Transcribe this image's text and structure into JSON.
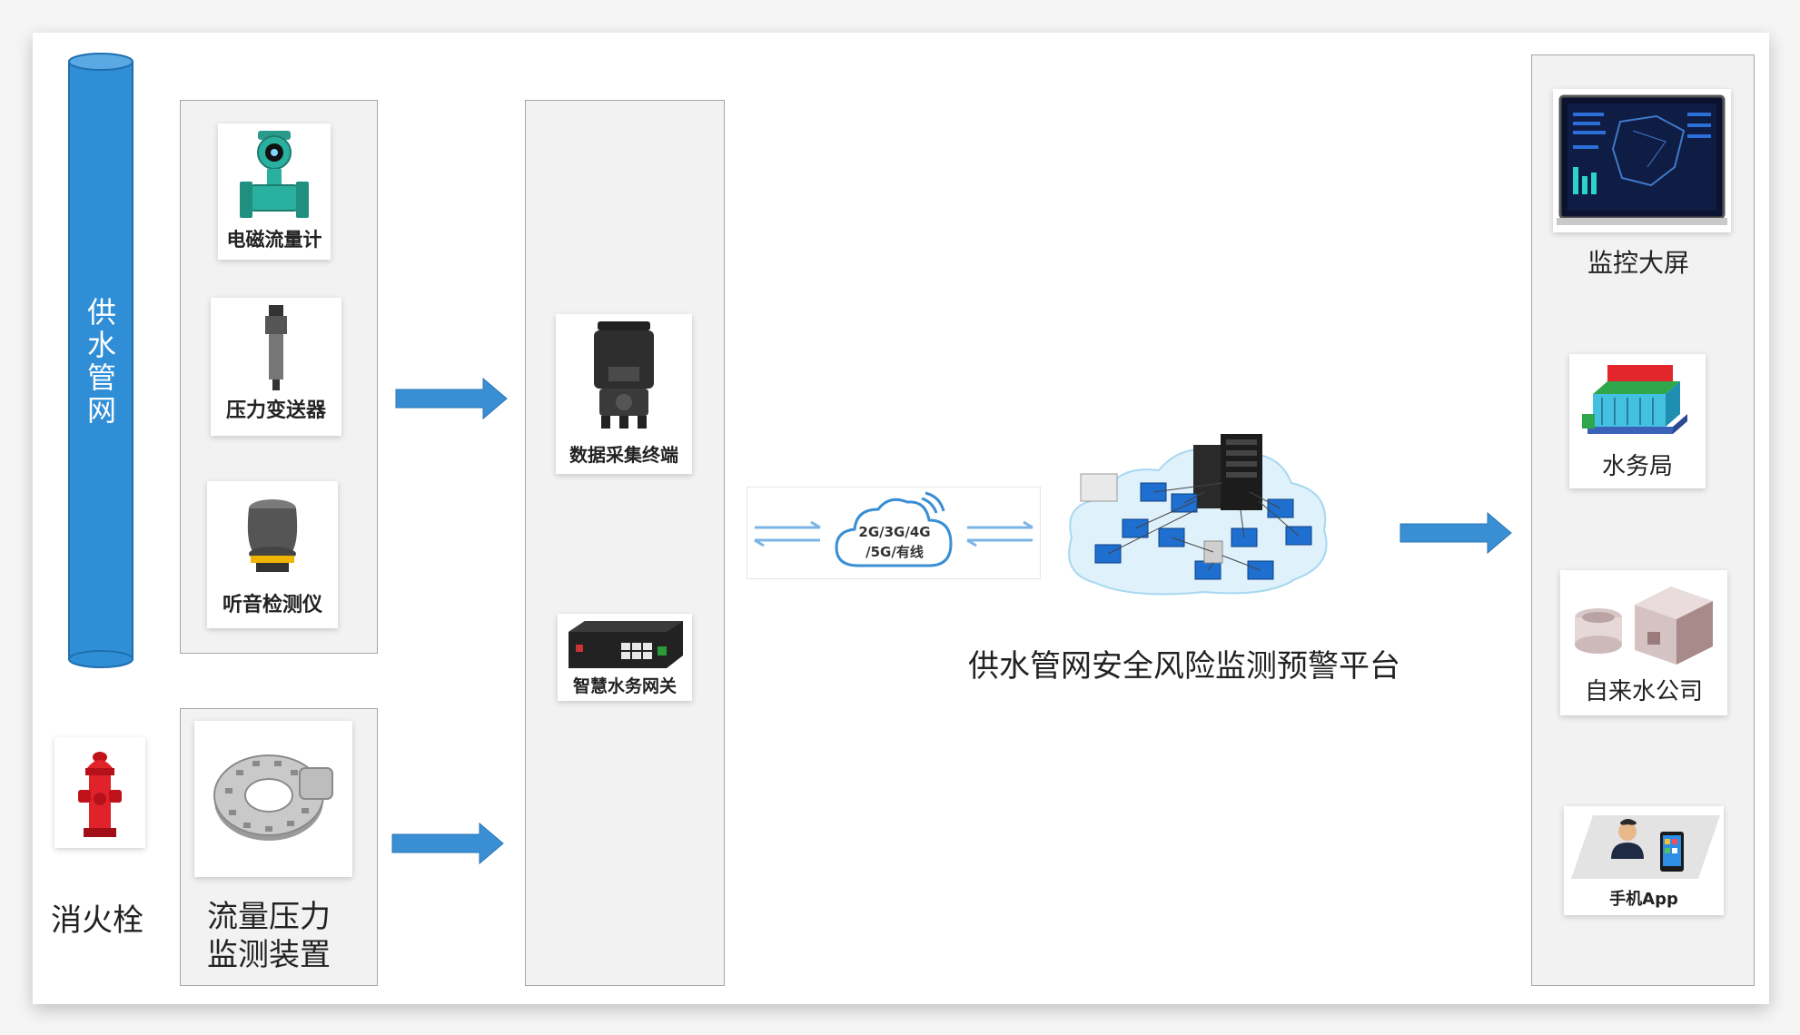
{
  "colors": {
    "pipe": "#2f8ed6",
    "arrow": "#3a8fd4",
    "panel": "#f2f2f2",
    "panel_border": "#a6a6a6"
  },
  "pipe": {
    "label": "供水管网"
  },
  "hydrant": {
    "label": "消火栓",
    "icon": "fire-hydrant-icon"
  },
  "sensors": {
    "items": [
      {
        "label": "电磁流量计",
        "icon": "flow-meter-icon"
      },
      {
        "label": "压力变送器",
        "icon": "pressure-transmitter-icon"
      },
      {
        "label": "听音检测仪",
        "icon": "acoustic-detector-icon"
      }
    ]
  },
  "flow_pressure_device": {
    "label_line1": "流量压力",
    "label_line2": "监测装置",
    "icon": "ring-sensor-icon"
  },
  "terminals": {
    "items": [
      {
        "label": "数据采集终端",
        "icon": "data-terminal-icon"
      },
      {
        "label": "智慧水务网关",
        "icon": "gateway-icon"
      }
    ]
  },
  "network": {
    "line1": "2G/3G/4G",
    "line2": "/5G/有线",
    "icon": "cloud-icon"
  },
  "platform": {
    "label": "供水管网安全风险监测预警平台",
    "icon": "server-network-icon"
  },
  "outputs": {
    "items": [
      {
        "label": "监控大屏",
        "icon": "monitor-screen-icon"
      },
      {
        "label": "水务局",
        "icon": "water-bureau-building-icon"
      },
      {
        "label": "自来水公司",
        "icon": "water-company-building-icon"
      },
      {
        "label": "手机App",
        "icon": "mobile-app-icon"
      }
    ]
  }
}
